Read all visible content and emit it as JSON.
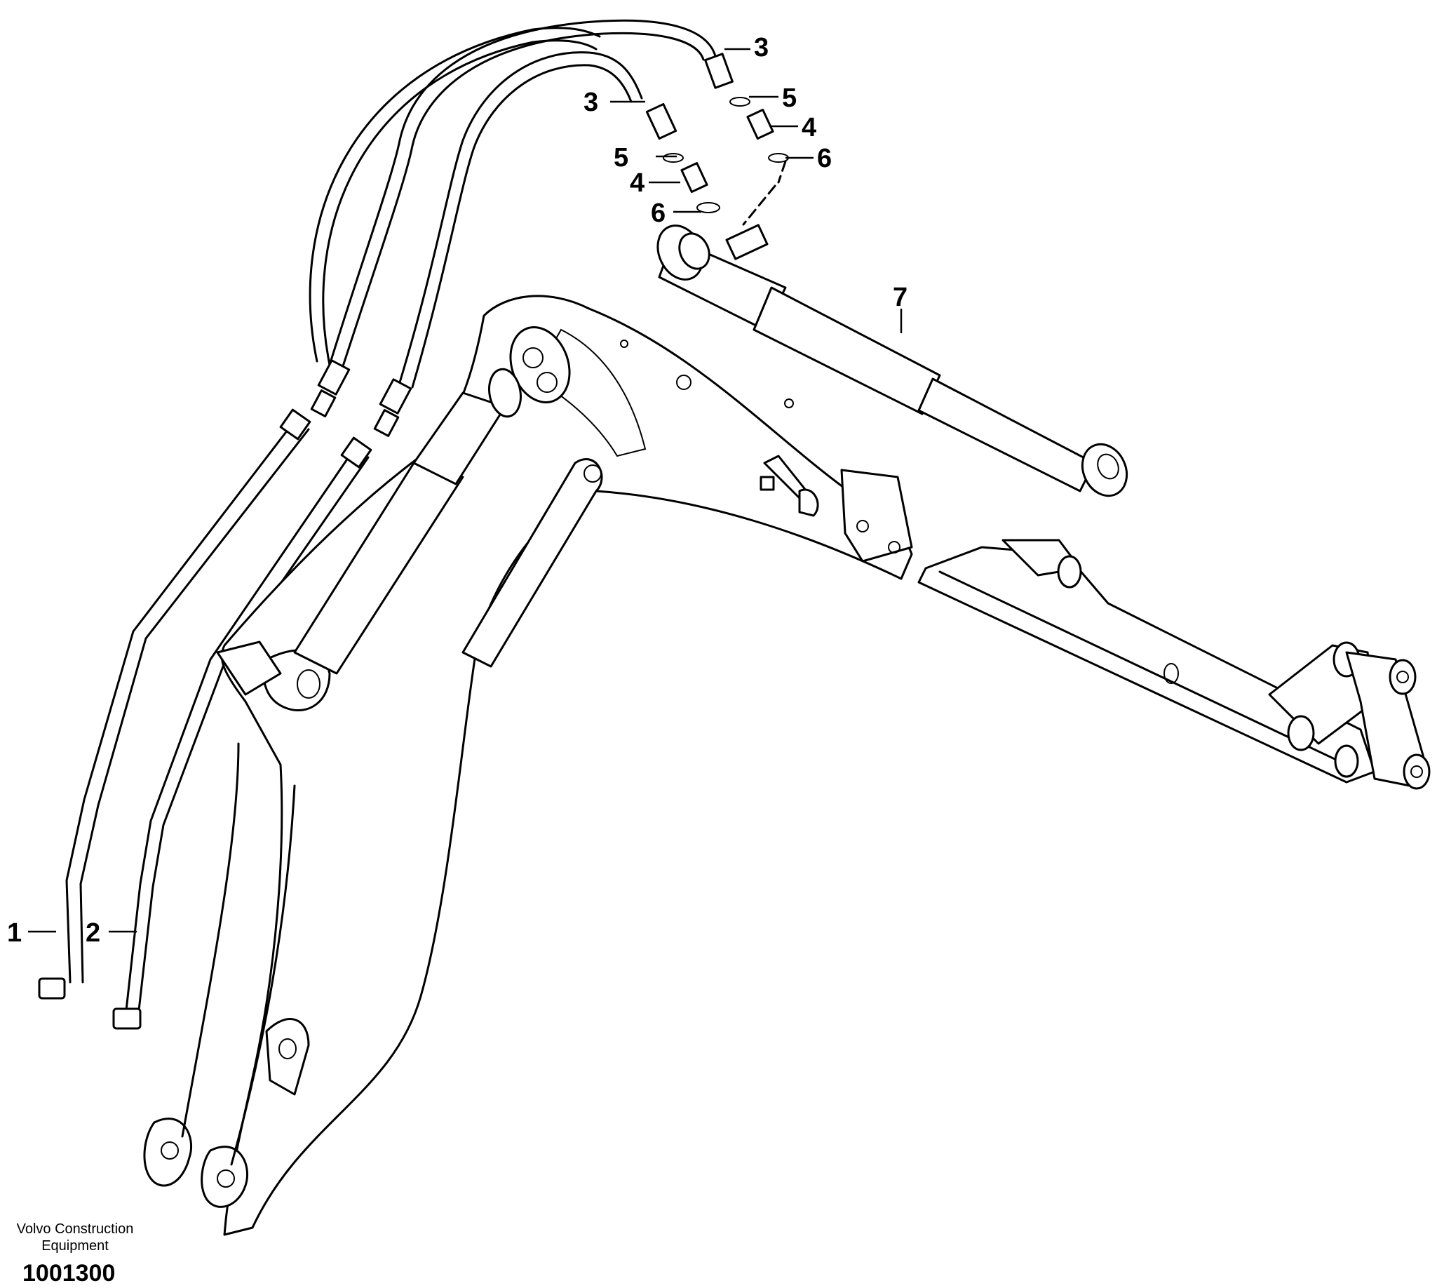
{
  "callouts": {
    "c1": "1",
    "c2": "2",
    "c3a": "3",
    "c3b": "3",
    "c4a": "4",
    "c4b": "4",
    "c5a": "5",
    "c5b": "5",
    "c6a": "6",
    "c6b": "6",
    "c7": "7"
  },
  "footer": {
    "maker_line1": "Volvo Construction",
    "maker_line2": "Equipment",
    "drawing_number": "1001300"
  }
}
